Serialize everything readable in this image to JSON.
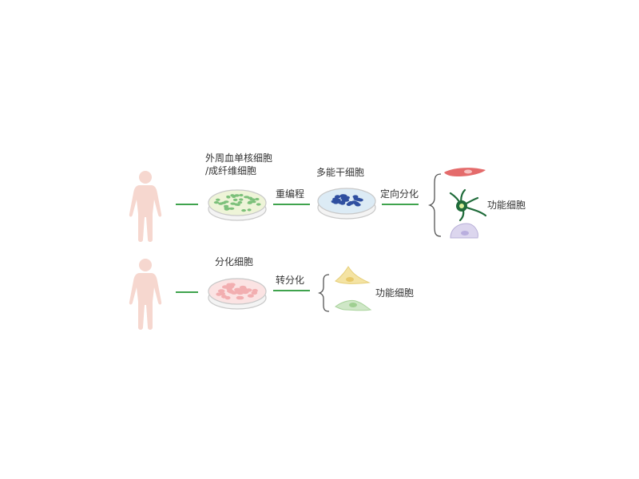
{
  "row1": {
    "source_line1": "外周血单核细胞",
    "source_line2": "/成纤维细胞",
    "step1": "重编程",
    "stem_label": "多能干细胞",
    "step2": "定向分化",
    "result": "功能细胞"
  },
  "row2": {
    "source": "分化细胞",
    "step": "转分化",
    "result": "功能细胞"
  },
  "colors": {
    "human": "#f6d7cf",
    "arrow": "#3fa34d",
    "dish_rim": "#c8c8c8",
    "dish1_fill": "#eef4d8",
    "dish1_cells": "#7cc07a",
    "dish2_fill": "#dcebf5",
    "dish2_cells": "#2f4fa0",
    "dish3_fill": "#fbe3e3",
    "dish3_cells": "#f2aeb0",
    "cardio": "#e46b6b",
    "neuron": "#1f6b3a",
    "blood": "#dcd6ee",
    "fibro_yellow": "#f4e3a3",
    "fibro_green": "#cfe7c7"
  }
}
